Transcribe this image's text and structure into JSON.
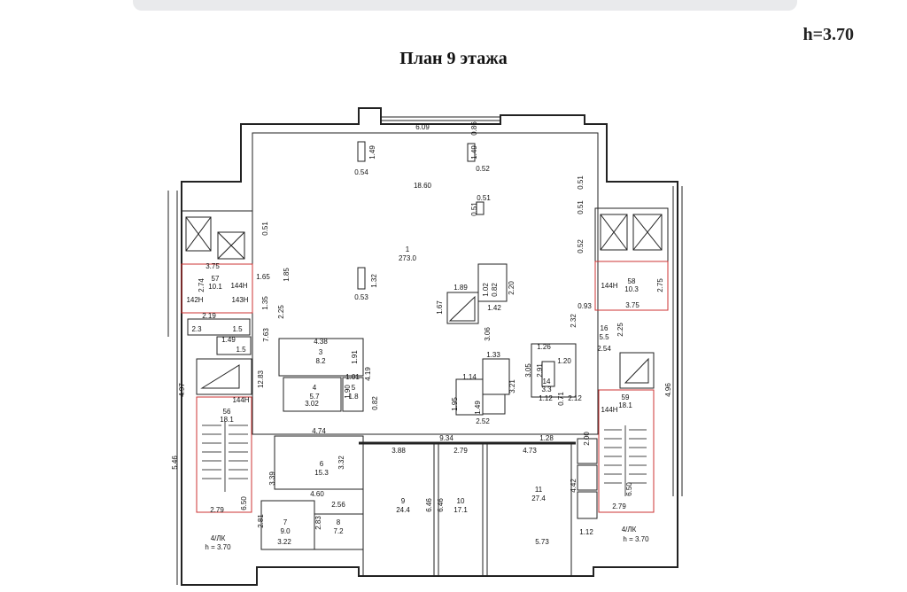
{
  "header": {
    "height_label": "h=3.70",
    "title": "План 9 этажа"
  },
  "rooms": [
    {
      "id": "r1",
      "num": "1",
      "area": "273.0"
    },
    {
      "id": "r3",
      "num": "3",
      "area": "8.2"
    },
    {
      "id": "r4",
      "num": "4",
      "area": "5.7"
    },
    {
      "id": "r5",
      "num": "5",
      "area": "1.8"
    },
    {
      "id": "r6",
      "num": "6",
      "area": "15.3"
    },
    {
      "id": "r7",
      "num": "7",
      "area": "9.0"
    },
    {
      "id": "r8",
      "num": "8",
      "area": "7.2"
    },
    {
      "id": "r9",
      "num": "9",
      "area": "24.4"
    },
    {
      "id": "r10",
      "num": "10",
      "area": "17.1"
    },
    {
      "id": "r11",
      "num": "11",
      "area": "27.4"
    },
    {
      "id": "r14",
      "num": "14",
      "area": "3.3"
    },
    {
      "id": "r16",
      "num": "16",
      "area": "5.5"
    },
    {
      "id": "r56",
      "num": "56",
      "area": "18.1"
    },
    {
      "id": "r57",
      "num": "57",
      "area": "10.1"
    },
    {
      "id": "r58",
      "num": "58",
      "area": "10.3"
    },
    {
      "id": "r59",
      "num": "59",
      "area": "18.1"
    }
  ],
  "codes": {
    "c144h_a": "144Н",
    "c144h_b": "144Н",
    "c144h_c": "144Н",
    "c144h_d": "144Н",
    "c142h": "142Н",
    "c143h": "143Н",
    "lk_left": "4/ЛК",
    "lk_right": "4/ЛК",
    "h_left": "h = 3.70",
    "h_right": "h = 3.70"
  },
  "dims": {
    "d6_09": "6.09",
    "d0_86": "0.86",
    "d1_49a": "1.49",
    "d1_49b": "1.49",
    "d0_54": "0.54",
    "d0_52a": "0.52",
    "d18_60": "18.60",
    "d0_51a": "0.51",
    "d0_51b": "0.51",
    "d0_51c": "0.51",
    "d0_51d": "0.51",
    "d0_51e": "0.51",
    "d0_52b": "0.52",
    "d1_65": "1.65",
    "d1_85": "1.85",
    "d3_75a": "3.75",
    "d3_75b": "3.75",
    "d2_74": "2.74",
    "d2_75": "2.75",
    "d1_32": "1.32",
    "d0_53": "0.53",
    "d1_35": "1.35",
    "d2_25a": "2.25",
    "d2_25b": "2.25",
    "d7_63": "7.63",
    "d1_89": "1.89",
    "d1_02": "1.02",
    "d0_82a": "0.82",
    "d2_20": "2.20",
    "d1_67": "1.67",
    "d1_42": "1.42",
    "d3_06": "3.06",
    "d0_93": "0.93",
    "d2_32": "2.32",
    "d4_38": "4.38",
    "d1_91": "1.91",
    "d4_19": "4.19",
    "d1_33": "1.33",
    "d1_26": "1.26",
    "d1_20": "1.20",
    "d2_54": "2.54",
    "d3_05": "3.05",
    "d2_91": "2.91",
    "d1_12a": "1.12",
    "d0_71": "0.71",
    "d2_12": "2.12",
    "d1_14": "1.14",
    "d3_21": "3.21",
    "d1_95": "1.95",
    "d1_49c": "1.49",
    "d2_52": "2.52",
    "d1_01": "1.01",
    "d1_90": "1.90",
    "d3_02": "3.02",
    "d0_82b": "0.82",
    "d12_83": "12.83",
    "d4_97": "4.97",
    "d4_96": "4.96",
    "d4_74": "4.74",
    "d9_34": "9.34",
    "d3_88": "3.88",
    "d2_79a": "2.79",
    "d4_73": "4.73",
    "d1_28": "1.28",
    "d2_00": "2.00",
    "d3_32": "3.32",
    "d3_39": "3.39",
    "d4_60": "4.60",
    "d6_46a": "6.46",
    "d6_46b": "6.46",
    "d4_42": "4.42",
    "d5_46": "5.46",
    "d2_79b": "2.79",
    "d2_79c": "2.79",
    "d6_50a": "6.50",
    "d6_50b": "6.50",
    "d2_56": "2.56",
    "d2_81": "2.81",
    "d2_83": "2.83",
    "d3_22": "3.22",
    "d5_73": "5.73",
    "d1_12b": "1.12",
    "d2_19": "2.19",
    "d1_49d": "1.49",
    "d1_5": "1.5",
    "d2_3": "2.3",
    "d1_5b": "1.5"
  }
}
